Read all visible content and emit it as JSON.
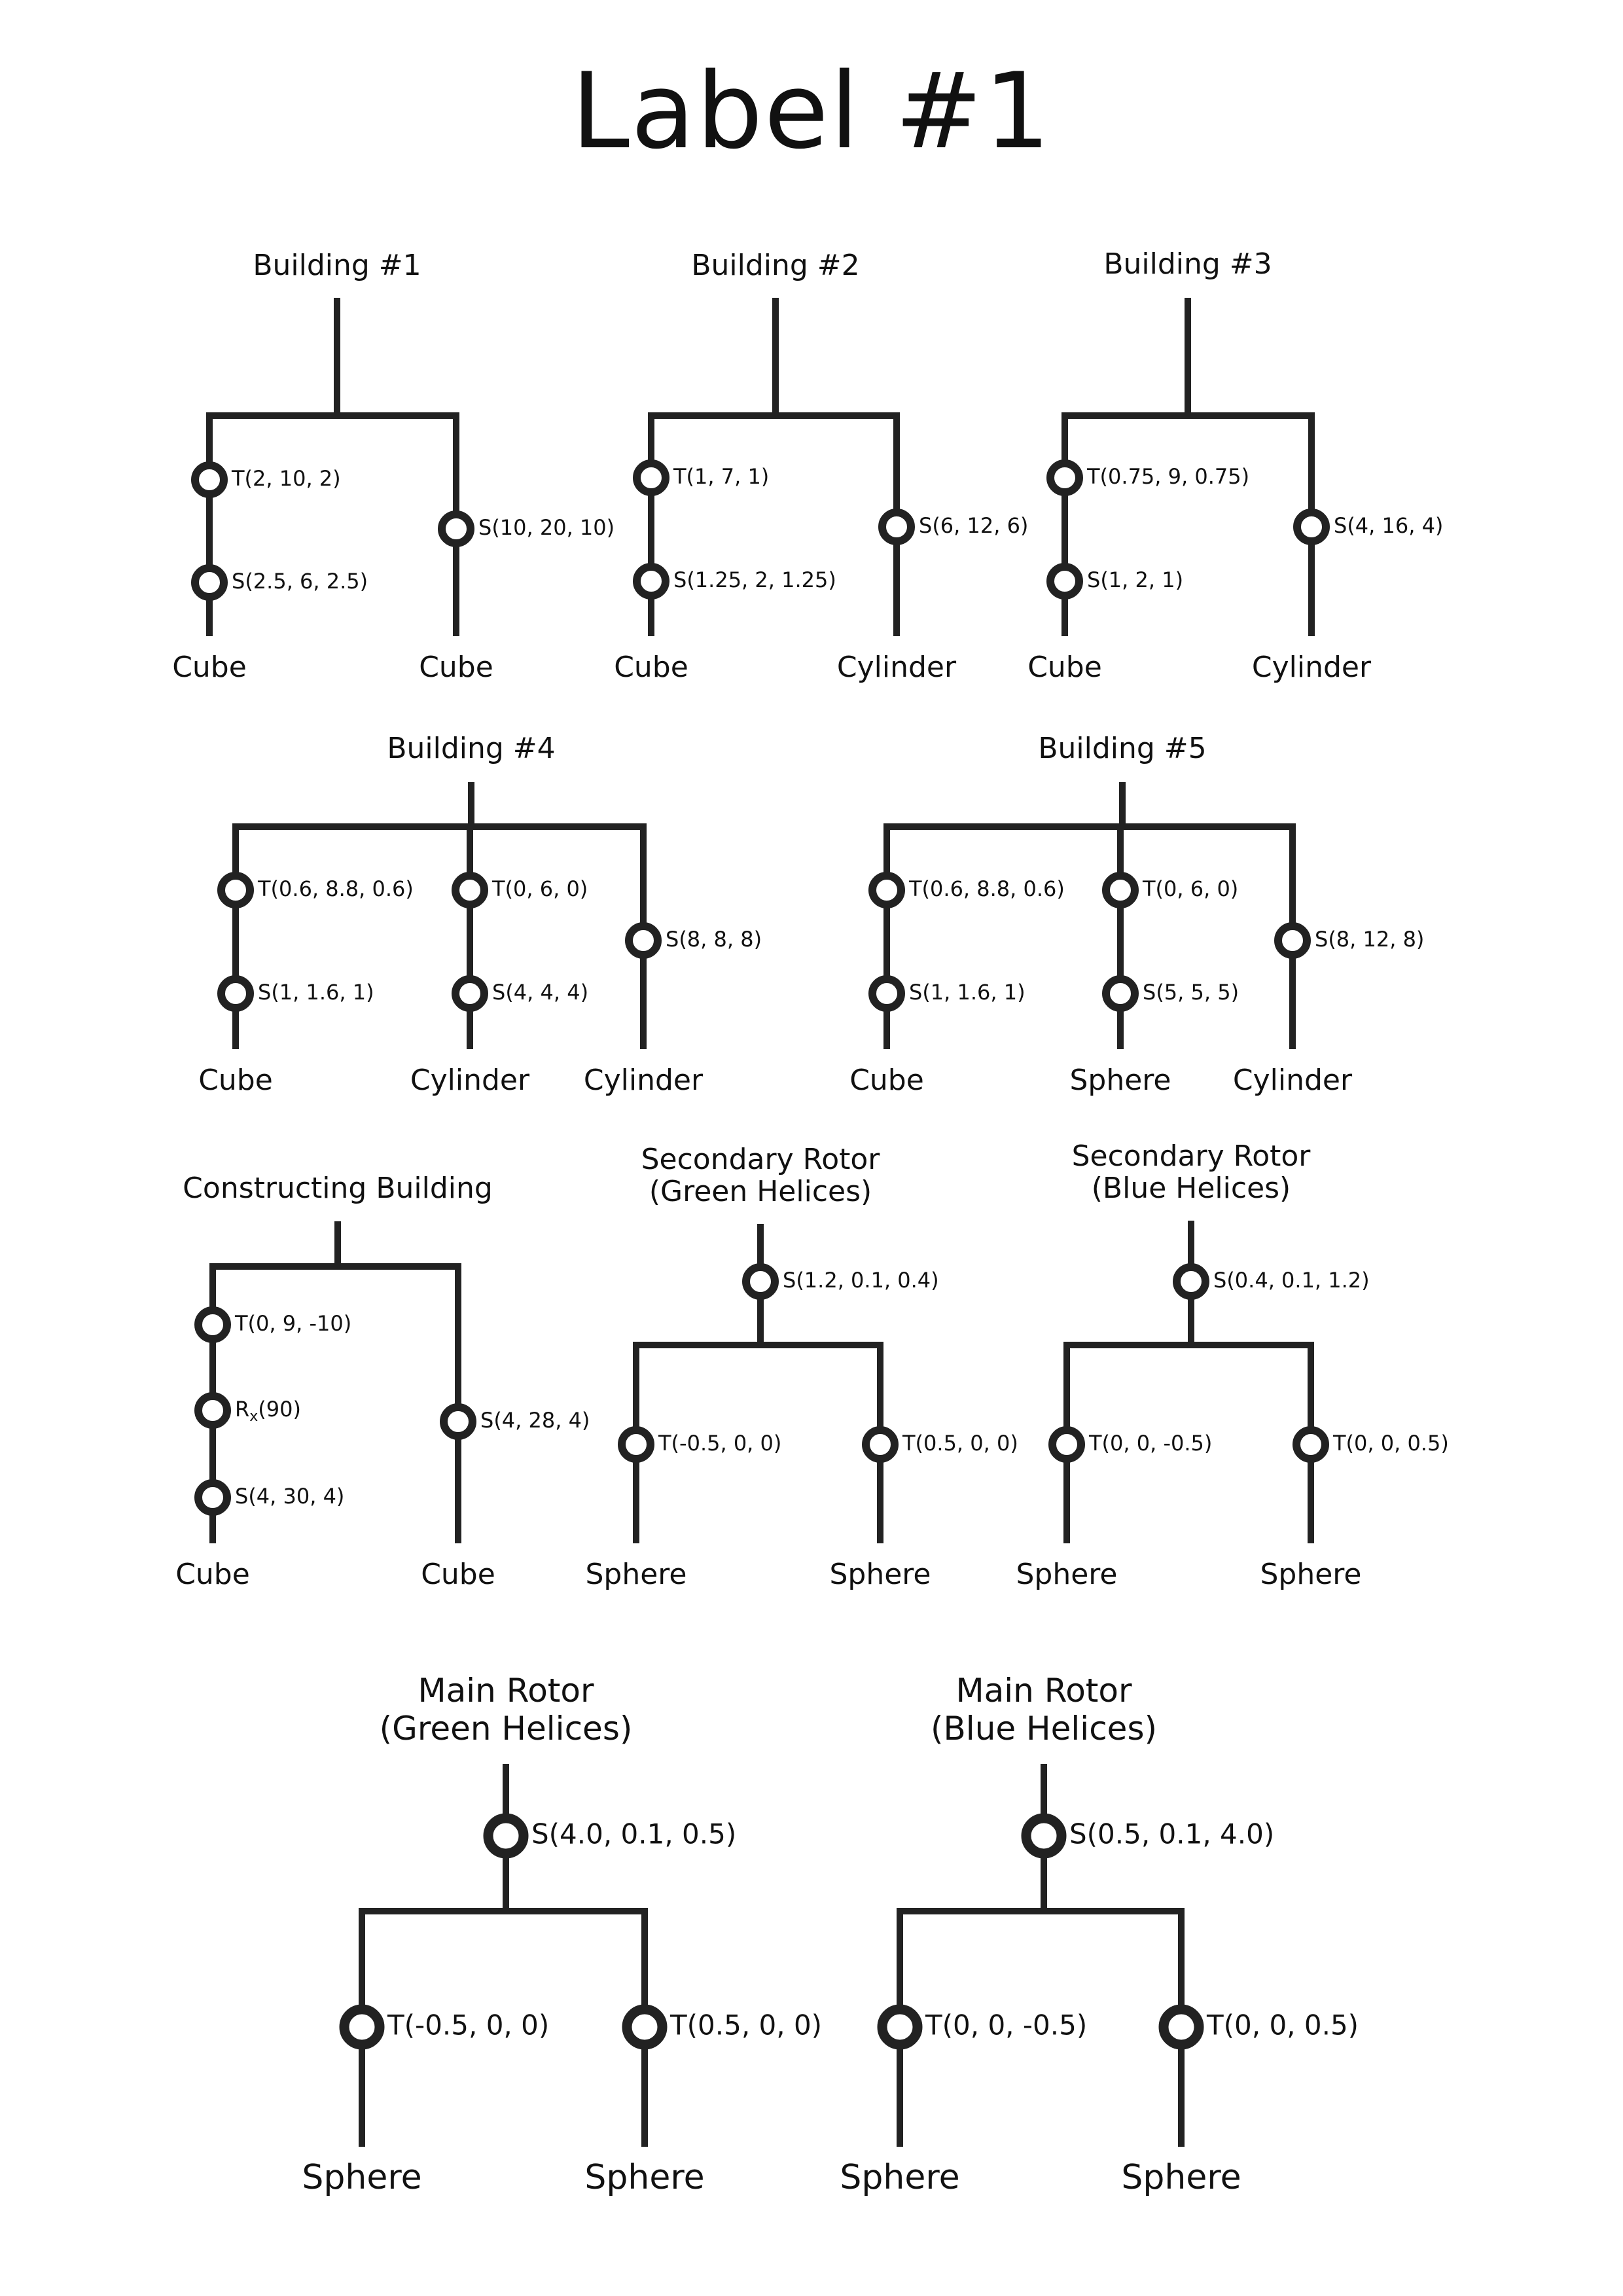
{
  "title": "Label #1",
  "trees": [
    {
      "name": "Building #1",
      "children": [
        {
          "leaf": "Cube",
          "transforms": [
            "T(2, 10, 2)",
            "S(2.5, 6, 2.5)"
          ]
        },
        {
          "leaf": "Cube",
          "transforms": [
            "S(10, 20, 10)"
          ]
        }
      ]
    },
    {
      "name": "Building #2",
      "children": [
        {
          "leaf": "Cube",
          "transforms": [
            "T(1, 7, 1)",
            "S(1.25, 2, 1.25)"
          ]
        },
        {
          "leaf": "Cylinder",
          "transforms": [
            "S(6, 12, 6)"
          ]
        }
      ]
    },
    {
      "name": "Building #3",
      "children": [
        {
          "leaf": "Cube",
          "transforms": [
            "T(0.75, 9, 0.75)",
            "S(1, 2, 1)"
          ]
        },
        {
          "leaf": "Cylinder",
          "transforms": [
            "S(4, 16, 4)"
          ]
        }
      ]
    },
    {
      "name": "Building #4",
      "children": [
        {
          "leaf": "Cube",
          "transforms": [
            "T(0.6, 8.8, 0.6)",
            "S(1, 1.6, 1)"
          ]
        },
        {
          "leaf": "Cylinder",
          "transforms": [
            "T(0, 6, 0)",
            "S(4, 4, 4)"
          ]
        },
        {
          "leaf": "Cylinder",
          "transforms": [
            "S(8, 8, 8)"
          ]
        }
      ]
    },
    {
      "name": "Building #5",
      "children": [
        {
          "leaf": "Cube",
          "transforms": [
            "T(0.6, 8.8, 0.6)",
            "S(1, 1.6, 1)"
          ]
        },
        {
          "leaf": "Sphere",
          "transforms": [
            "T(0, 6, 0)",
            "S(5, 5, 5)"
          ]
        },
        {
          "leaf": "Cylinder",
          "transforms": [
            "S(8, 12, 8)"
          ]
        }
      ]
    },
    {
      "name": "Constructing Building",
      "children": [
        {
          "leaf": "Cube",
          "transforms": [
            "T(0, 9, -10)",
            "R_x(90)",
            "S(4, 30, 4)"
          ]
        },
        {
          "leaf": "Cube",
          "transforms": [
            "S(4, 28, 4)"
          ]
        }
      ]
    },
    {
      "name": "Secondary Rotor\n(Green Helices)",
      "root_transform": "S(1.2, 0.1, 0.4)",
      "children": [
        {
          "leaf": "Sphere",
          "transforms": [
            "T(-0.5, 0, 0)"
          ]
        },
        {
          "leaf": "Sphere",
          "transforms": [
            "T(0.5, 0, 0)"
          ]
        }
      ]
    },
    {
      "name": "Secondary Rotor\n(Blue Helices)",
      "root_transform": "S(0.4, 0.1, 1.2)",
      "children": [
        {
          "leaf": "Sphere",
          "transforms": [
            "T(0, 0, -0.5)"
          ]
        },
        {
          "leaf": "Sphere",
          "transforms": [
            "T(0, 0, 0.5)"
          ]
        }
      ]
    },
    {
      "name": "Main Rotor\n(Green Helices)",
      "root_transform": "S(4.0, 0.1, 0.5)",
      "children": [
        {
          "leaf": "Sphere",
          "transforms": [
            "T(-0.5, 0, 0)"
          ]
        },
        {
          "leaf": "Sphere",
          "transforms": [
            "T(0.5, 0, 0)"
          ]
        }
      ]
    },
    {
      "name": "Main Rotor\n(Blue Helices)",
      "root_transform": "S(0.5, 0.1, 4.0)",
      "children": [
        {
          "leaf": "Sphere",
          "transforms": [
            "T(0, 0, -0.5)"
          ]
        },
        {
          "leaf": "Sphere",
          "transforms": [
            "T(0, 0, 0.5)"
          ]
        }
      ]
    }
  ]
}
